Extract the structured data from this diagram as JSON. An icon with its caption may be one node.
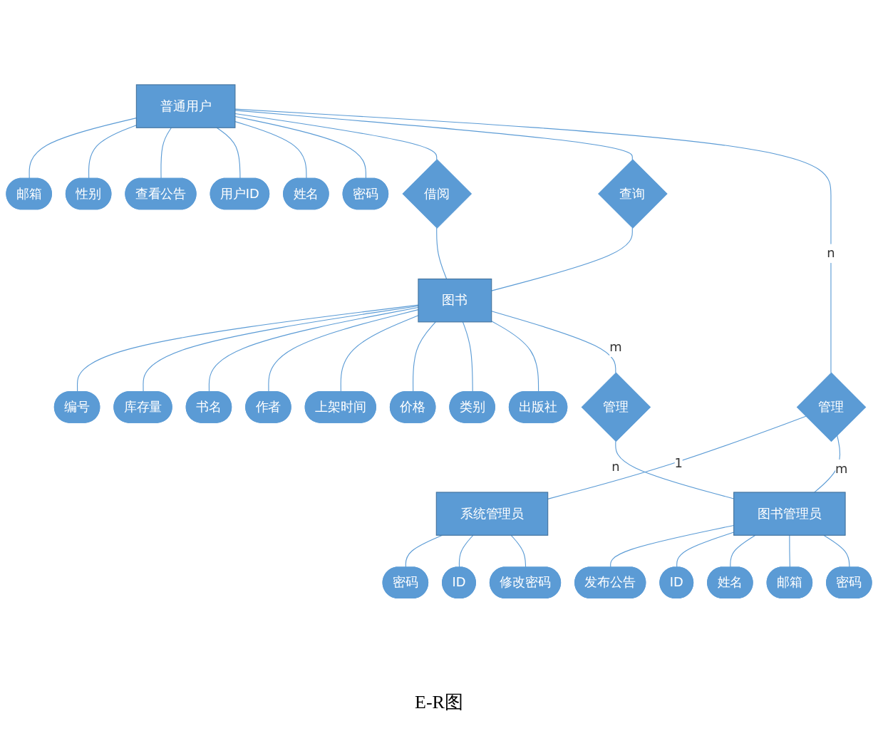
{
  "diagram": {
    "caption": "E-R图",
    "nodes": [
      {
        "text": [
          "普通用户"
        ]
      },
      {
        "text": [
          "邮箱"
        ]
      },
      {
        "text": [
          "性别"
        ]
      },
      {
        "text": [
          "查看公告"
        ]
      },
      {
        "text": [
          "用户ID"
        ]
      },
      {
        "text": [
          "姓名"
        ]
      },
      {
        "text": [
          "密码"
        ]
      },
      {
        "text": [
          "借阅"
        ]
      },
      {
        "text": [
          "查询"
        ]
      },
      {
        "text": [
          "图书"
        ]
      },
      {
        "text": [
          "编号"
        ]
      },
      {
        "text": [
          "库存量"
        ]
      },
      {
        "text": [
          "书名"
        ]
      },
      {
        "text": [
          "作者"
        ]
      },
      {
        "text": [
          "上架时间"
        ]
      },
      {
        "text": [
          "价格"
        ]
      },
      {
        "text": [
          "类别"
        ]
      },
      {
        "text": [
          "出版社"
        ]
      },
      {
        "text": [
          "管理"
        ]
      },
      {
        "text": [
          "密码"
        ]
      },
      {
        "text": [
          "系统管理员"
        ]
      },
      {
        "text": [
          "ID"
        ]
      },
      {
        "text": [
          "修改密码"
        ]
      },
      {
        "text": [
          "管理"
        ]
      },
      {
        "text": [
          "发布公告"
        ]
      },
      {
        "text": [
          "图书管理员"
        ]
      },
      {
        "text": [
          "ID"
        ]
      },
      {
        "text": [
          "姓名"
        ]
      },
      {
        "text": [
          "邮箱"
        ]
      },
      {
        "text": [
          "密码"
        ]
      }
    ],
    "edges": [
      {
        "from": 0,
        "to": 1,
        "arrow": "none"
      },
      {
        "from": 0,
        "to": 2,
        "arrow": "none"
      },
      {
        "from": 0,
        "to": 3,
        "arrow": "none"
      },
      {
        "from": 0,
        "to": 4,
        "arrow": "none"
      },
      {
        "from": 0,
        "to": 5,
        "arrow": "none"
      },
      {
        "from": 0,
        "to": 6,
        "arrow": "none"
      },
      {
        "from": 0,
        "to": 7,
        "arrow": "none"
      },
      {
        "from": 7,
        "to": 9,
        "arrow": "none"
      },
      {
        "from": 0,
        "to": 8,
        "arrow": "none"
      },
      {
        "from": 8,
        "to": 9,
        "arrow": "none"
      },
      {
        "from": 9,
        "to": 10,
        "arrow": "none"
      },
      {
        "from": 9,
        "to": 11,
        "arrow": "none"
      },
      {
        "from": 9,
        "to": 12,
        "arrow": "none"
      },
      {
        "from": 9,
        "to": 13,
        "arrow": "none"
      },
      {
        "from": 9,
        "to": 14,
        "arrow": "none"
      },
      {
        "from": 9,
        "to": 15,
        "arrow": "none"
      },
      {
        "from": 9,
        "to": 16,
        "arrow": "none"
      },
      {
        "from": 9,
        "to": 17,
        "arrow": "none"
      },
      {
        "from": 0,
        "to": 18,
        "label": "n",
        "arrow": "none"
      },
      {
        "from": 18,
        "to": 20,
        "label": "1",
        "arrow": "none"
      },
      {
        "from": 18,
        "to": 25,
        "label": "m",
        "arrow": "none"
      },
      {
        "from": 20,
        "to": 19,
        "arrow": "none"
      },
      {
        "from": 20,
        "to": 21,
        "arrow": "none"
      },
      {
        "from": 20,
        "to": 22,
        "arrow": "none"
      },
      {
        "from": 9,
        "to": 23,
        "label": "m",
        "arrow": "none"
      },
      {
        "from": 23,
        "to": 25,
        "label": "n",
        "arrow": "none"
      },
      {
        "from": 25,
        "to": 24,
        "arrow": "none"
      },
      {
        "from": 25,
        "to": 26,
        "arrow": "none"
      },
      {
        "from": 25,
        "to": 27,
        "arrow": "none"
      },
      {
        "from": 25,
        "to": 28,
        "arrow": "none"
      },
      {
        "from": 25,
        "to": 29,
        "arrow": "none"
      }
    ]
  }
}
